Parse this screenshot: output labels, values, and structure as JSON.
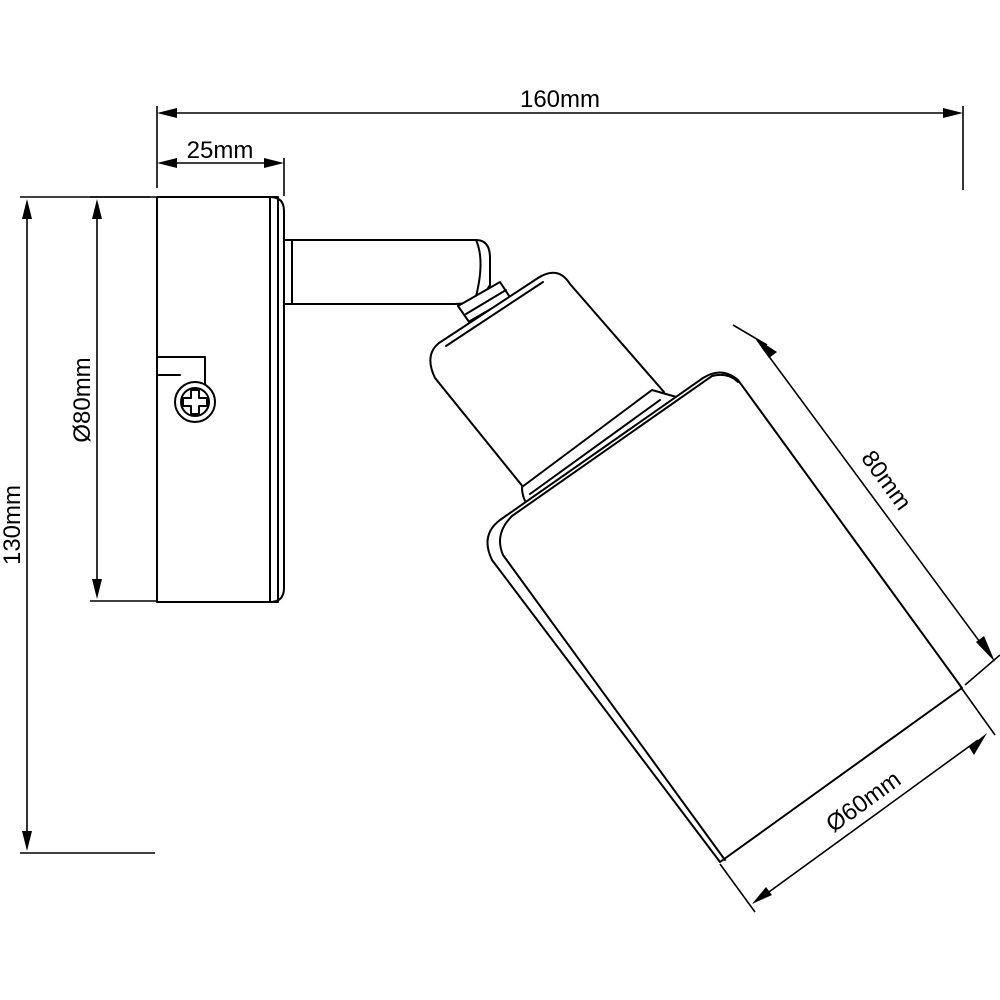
{
  "dimensions": {
    "total_width": "160mm",
    "base_depth": "25mm",
    "base_diameter": "Ø80mm",
    "total_height": "130mm",
    "shade_length": "80mm",
    "shade_diameter": "Ø60mm"
  }
}
